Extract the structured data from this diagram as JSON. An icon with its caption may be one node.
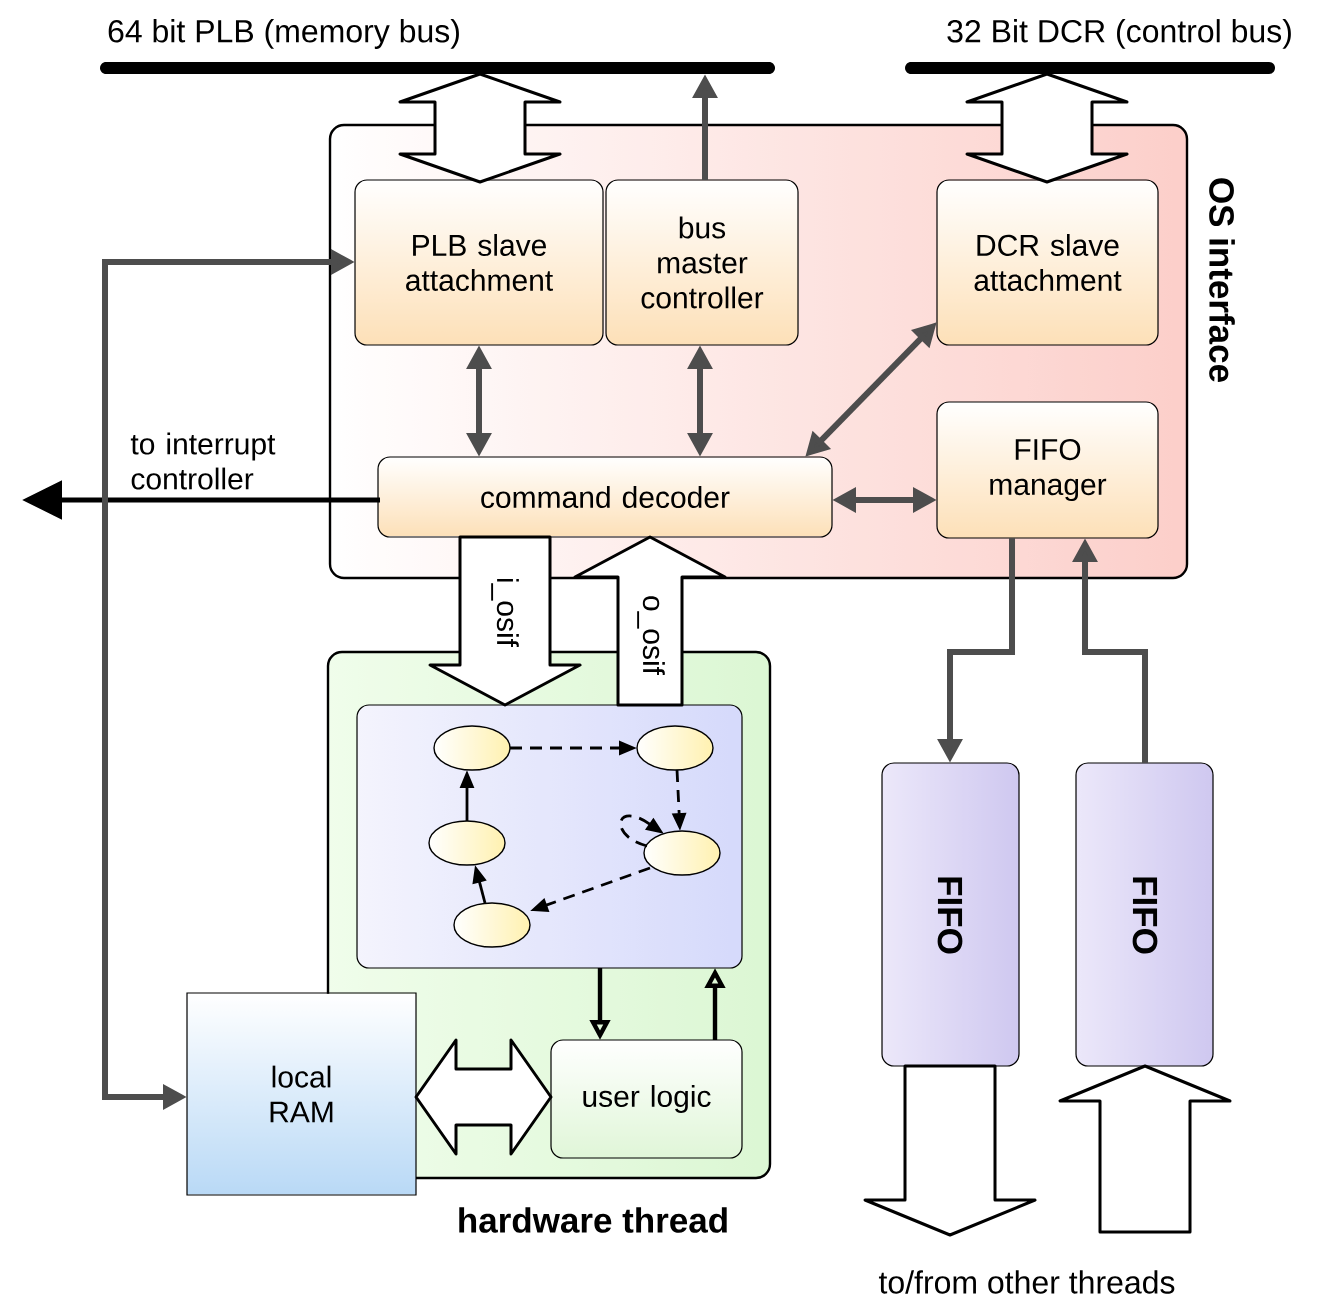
{
  "diagram": {
    "nodes": [
      {
        "text": [
          "64 bit PLB (memory bus)"
        ]
      },
      {
        "text": [
          "32 Bit DCR (control bus)"
        ]
      },
      {
        "text": [
          "OS interface"
        ]
      },
      {
        "text": [
          "PLB slave attachment"
        ],
        "in": 2
      },
      {
        "text": [
          "bus master controller"
        ],
        "in": 2
      },
      {
        "text": [
          "DCR slave attachment"
        ],
        "in": 2
      },
      {
        "text": [
          "command decoder"
        ],
        "in": 2
      },
      {
        "text": [
          "FIFO manager"
        ],
        "in": 2
      },
      {
        "text": [
          "hardware thread"
        ]
      },
      {
        "text": [],
        "shape": "box",
        "in": 8
      },
      {
        "text": [],
        "shape": "ellipse",
        "in": 9
      },
      {
        "text": [],
        "shape": "ellipse",
        "in": 9
      },
      {
        "text": [],
        "shape": "ellipse",
        "in": 9
      },
      {
        "text": [],
        "shape": "ellipse",
        "in": 9
      },
      {
        "text": [],
        "shape": "ellipse",
        "in": 9
      },
      {
        "text": [
          "user logic"
        ],
        "in": 8
      },
      {
        "text": [
          "local RAM"
        ]
      },
      {
        "text": [
          "FIFO"
        ]
      },
      {
        "text": [
          "FIFO"
        ]
      }
    ],
    "edges": [
      {
        "from": 0,
        "to": 3,
        "arrow": "both",
        "style": "thick"
      },
      {
        "from": 4,
        "to": 0,
        "arrow": "to",
        "color": "#4d4d4d"
      },
      {
        "from": 1,
        "to": 5,
        "arrow": "both",
        "style": "thick"
      },
      {
        "from": 3,
        "to": 6,
        "arrow": "both",
        "color": "#4d4d4d"
      },
      {
        "from": 4,
        "to": 6,
        "arrow": "both",
        "color": "#4d4d4d"
      },
      {
        "from": 6,
        "to": 5,
        "arrow": "both",
        "color": "#4d4d4d"
      },
      {
        "from": 6,
        "to": 7,
        "arrow": "both",
        "color": "#4d4d4d"
      },
      {
        "from": 6,
        "to": null,
        "arrow": "to",
        "label": "to interrupt controller"
      },
      {
        "from": 6,
        "to": 9,
        "arrow": "to",
        "style": "thick",
        "label": "i_osif"
      },
      {
        "from": 9,
        "to": 6,
        "arrow": "to",
        "style": "thick",
        "label": "o_osif"
      },
      {
        "from": 7,
        "to": 17,
        "arrow": "to",
        "color": "#4d4d4d"
      },
      {
        "from": 18,
        "to": 7,
        "arrow": "to",
        "color": "#4d4d4d"
      },
      {
        "from": 10,
        "to": 11,
        "arrow": "to",
        "style": "dashed"
      },
      {
        "from": 11,
        "to": 13,
        "arrow": "to",
        "style": "dashed"
      },
      {
        "from": 13,
        "to": 13,
        "arrow": "to",
        "style": "dashed"
      },
      {
        "from": 13,
        "to": 14,
        "arrow": "to",
        "style": "dashed"
      },
      {
        "from": 14,
        "to": 12,
        "arrow": "to"
      },
      {
        "from": 12,
        "to": 10,
        "arrow": "to"
      },
      {
        "from": 9,
        "to": 15,
        "arrow": "to"
      },
      {
        "from": 15,
        "to": 9,
        "arrow": "to"
      },
      {
        "from": 16,
        "to": 15,
        "arrow": "both",
        "style": "thick"
      },
      {
        "from": 3,
        "to": 16,
        "arrow": "both",
        "color": "#4d4d4d"
      },
      {
        "from": 17,
        "to": null,
        "arrow": "to",
        "style": "thick"
      },
      {
        "from": null,
        "to": 18,
        "arrow": "to",
        "style": "thick"
      }
    ],
    "labels": [
      "to/from other threads"
    ]
  }
}
